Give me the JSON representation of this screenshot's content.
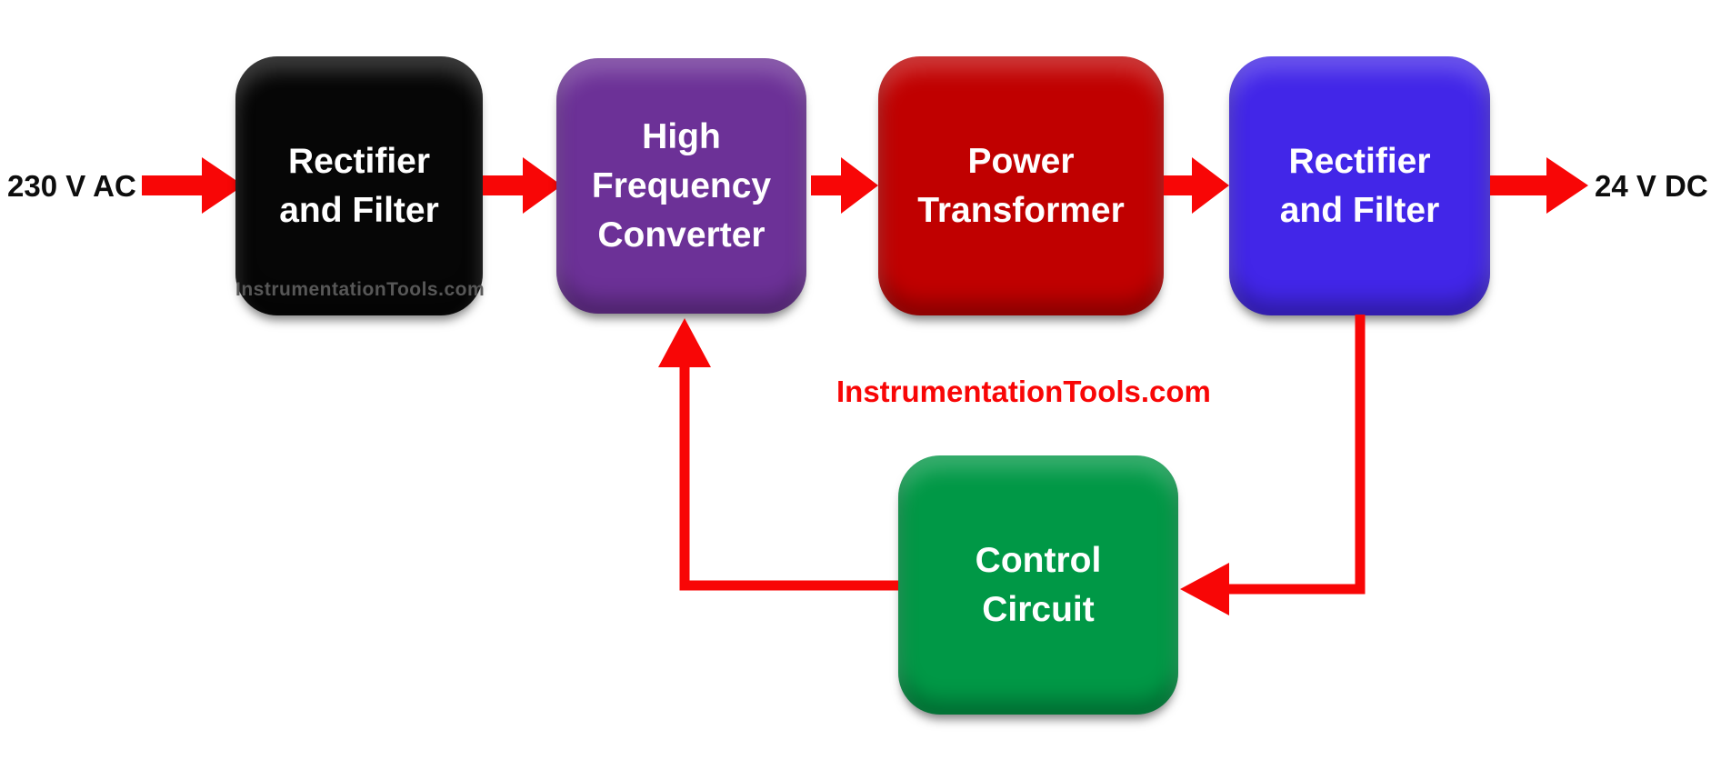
{
  "labels": {
    "input_voltage": "230 V AC",
    "output_voltage": "24 V DC",
    "site_watermark": "InstrumentationTools.com"
  },
  "blocks": {
    "input_rectifier": {
      "lines": [
        "Rectifier",
        "and Filter"
      ],
      "color": "#060606",
      "watermark": "InstrumentationTools.com"
    },
    "hf_converter": {
      "lines": [
        "High",
        "Frequency",
        "Converter"
      ],
      "color": "#6C3197"
    },
    "power_transformer": {
      "lines": [
        "Power",
        "Transformer"
      ],
      "color": "#C00000"
    },
    "output_rectifier": {
      "lines": [
        "Rectifier",
        "and Filter"
      ],
      "color": "#4226E8"
    },
    "control_circuit": {
      "lines": [
        "Control",
        "Circuit"
      ],
      "color": "#009846"
    }
  },
  "colors": {
    "arrow": "#F80606",
    "site_watermark_text": "#F80606",
    "block_watermark_text": "#575757",
    "block_label_text": "#FFFFFF",
    "io_label_text": "#0D0D0D",
    "background": "#FFFFFF"
  }
}
